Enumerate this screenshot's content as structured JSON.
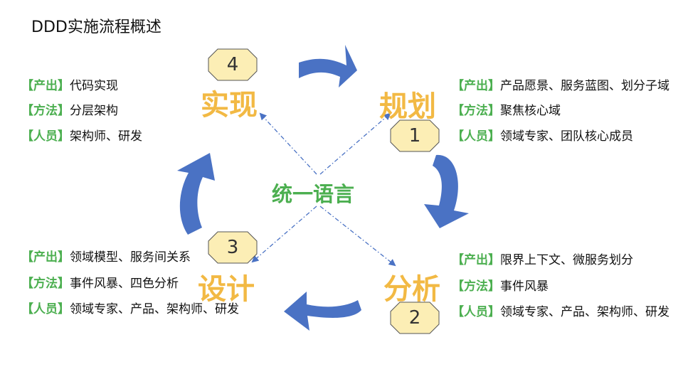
{
  "title": "DDD实施流程概述",
  "center": "统一语言",
  "colors": {
    "arrow": "#4A72C4",
    "accent": "#F2B944",
    "tag": "#4CAF50",
    "badge_fill": "#FCEEB5",
    "badge_stroke": "#555555"
  },
  "stages": {
    "plan": {
      "name": "规划",
      "number": "1"
    },
    "analyze": {
      "name": "分析",
      "number": "2"
    },
    "design": {
      "name": "设计",
      "number": "3"
    },
    "implement": {
      "name": "实现",
      "number": "4"
    }
  },
  "details": {
    "plan": [
      {
        "tag": "【产出】",
        "text": "产品愿景、服务蓝图、划分子域"
      },
      {
        "tag": "【方法】",
        "text": "聚焦核心域"
      },
      {
        "tag": "【人员】",
        "text": "领域专家、团队核心成员"
      }
    ],
    "analyze": [
      {
        "tag": "【产出】",
        "text": "限界上下文、微服务划分"
      },
      {
        "tag": "【方法】",
        "text": "事件风暴"
      },
      {
        "tag": "【人员】",
        "text": "领域专家、产品、架构师、研发"
      }
    ],
    "design": [
      {
        "tag": "【产出】",
        "text": "领域模型、服务间关系"
      },
      {
        "tag": "【方法】",
        "text": "事件风暴、四色分析"
      },
      {
        "tag": "【人员】",
        "text": "领域专家、产品、架构师、研发"
      }
    ],
    "implement": [
      {
        "tag": "【产出】",
        "text": "代码实现"
      },
      {
        "tag": "【方法】",
        "text": "分层架构"
      },
      {
        "tag": "【人员】",
        "text": "架构师、研发"
      }
    ]
  }
}
